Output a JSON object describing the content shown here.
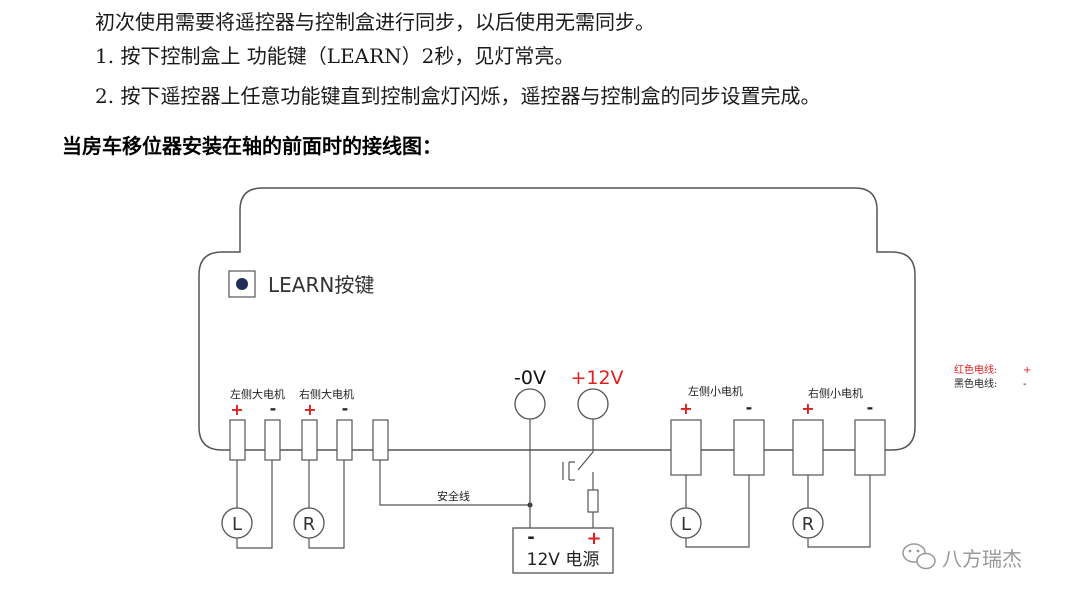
{
  "instructions": {
    "intro": "初次使用需要将遥控器与控制盒进行同步，以后使用无需同步。",
    "step1": "1.  按下控制盒上 功能键（LEARN）2秒，见灯常亮。",
    "step2": "2.  按下遥控器上任意功能键直到控制盒灯闪烁，遥控器与控制盒的同步设置完成。"
  },
  "diagram_title": "当房车移位器安装在轴的前面时的接线图：",
  "diagram": {
    "learn_label": "LEARN按键",
    "neg_terminal": "-0V",
    "pos_terminal": "+12V",
    "left_big_motor": "左侧大电机",
    "right_big_motor": "右侧大电机",
    "left_small_motor": "左侧小电机",
    "right_small_motor": "右侧小电机",
    "plus": "+",
    "minus": "-",
    "motor_left": "L",
    "motor_right": "R",
    "safety_line": "安全线",
    "power_supply": "12V 电源"
  },
  "legend": {
    "red_wire": "红色电线:",
    "red_symbol": "+",
    "black_wire": "黑色电线:",
    "black_symbol": "-"
  },
  "watermark": "八方瑞杰",
  "colors": {
    "red": "#e02020",
    "outline": "#555555",
    "learn_dot": "#1f2f5c"
  }
}
